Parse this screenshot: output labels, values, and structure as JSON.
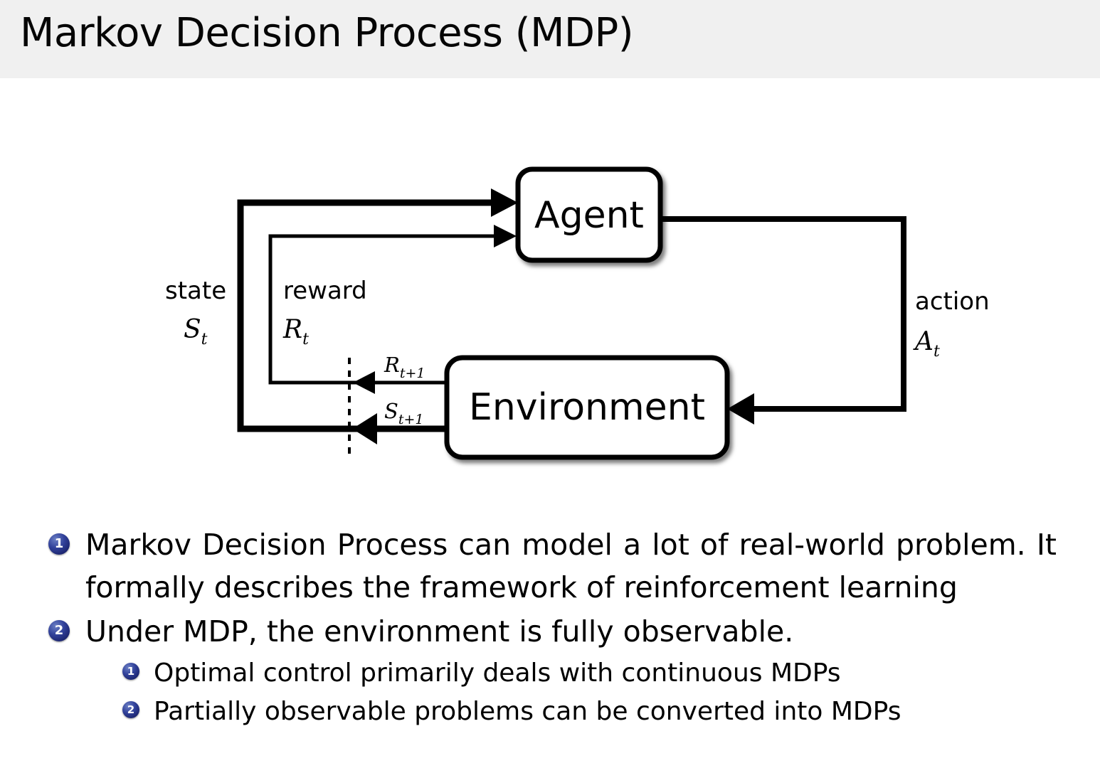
{
  "slide": {
    "title": "Markov Decision Process (MDP)",
    "title_band_color": "#f0f0f0",
    "background_color": "#ffffff",
    "bullet_marker_color": "#29348f"
  },
  "diagram": {
    "name": "agent-environment-interaction-loop",
    "boxes": {
      "agent": "Agent",
      "environment": "Environment"
    },
    "labels": {
      "state_word": "state",
      "state_symbol": "S",
      "state_subscript": "t",
      "reward_word": "reward",
      "reward_symbol": "R",
      "reward_subscript": "t",
      "action_word": "action",
      "action_symbol": "A",
      "action_subscript": "t",
      "next_reward_symbol": "R",
      "next_reward_subscript": "t+1",
      "next_state_symbol": "S",
      "next_state_subscript": "t+1"
    }
  },
  "bullets": [
    {
      "level": 1,
      "number": "1",
      "text": "Markov Decision Process can model a lot of real-world problem. It formally describes the framework of reinforcement learning"
    },
    {
      "level": 1,
      "number": "2",
      "text": "Under MDP, the environment is fully observable."
    },
    {
      "level": 2,
      "number": "1",
      "text": "Optimal control primarily deals with continuous MDPs"
    },
    {
      "level": 2,
      "number": "2",
      "text": "Partially observable problems can be converted into MDPs"
    }
  ]
}
